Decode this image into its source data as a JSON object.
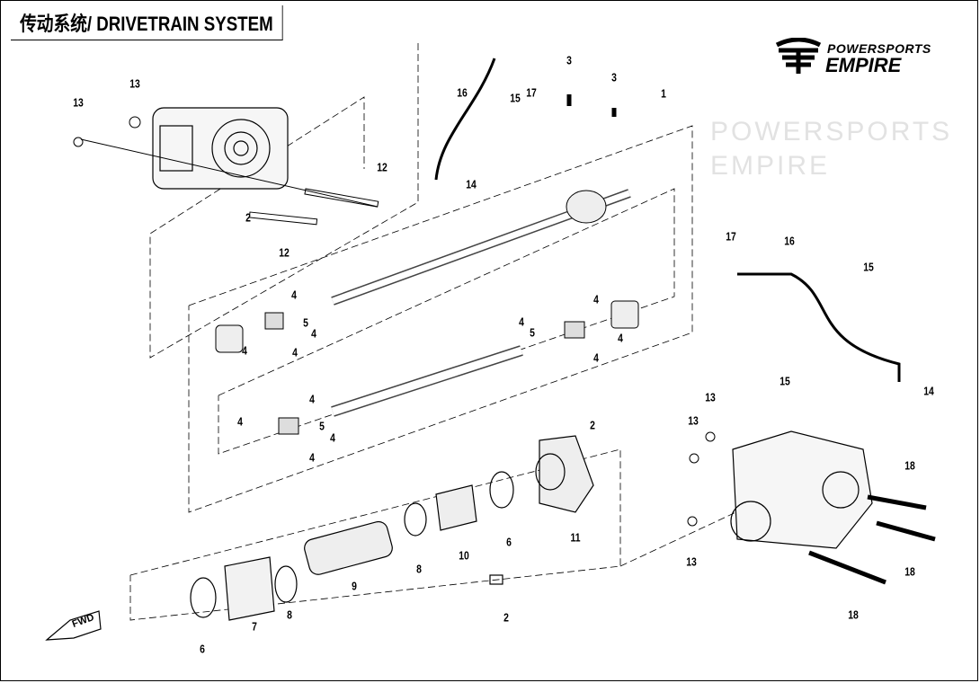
{
  "title": "传动系统/ DRIVETRAIN SYSTEM",
  "logo": {
    "line1": "POWERSPORTS",
    "line2": "EMPIRE"
  },
  "watermark": "POWERSPORTS EMPIRE",
  "fwd_label": "FWD",
  "callouts": [
    "13",
    "13",
    "12",
    "12",
    "2",
    "16",
    "15",
    "17",
    "3",
    "3",
    "1",
    "14",
    "4",
    "4",
    "5",
    "4",
    "4",
    "4",
    "4",
    "5",
    "4",
    "4",
    "2",
    "4",
    "4",
    "5",
    "4",
    "4",
    "17",
    "16",
    "15",
    "15",
    "14",
    "13",
    "13",
    "18",
    "18",
    "18",
    "13",
    "11",
    "6",
    "10",
    "8",
    "9",
    "8",
    "7",
    "6",
    "2"
  ]
}
